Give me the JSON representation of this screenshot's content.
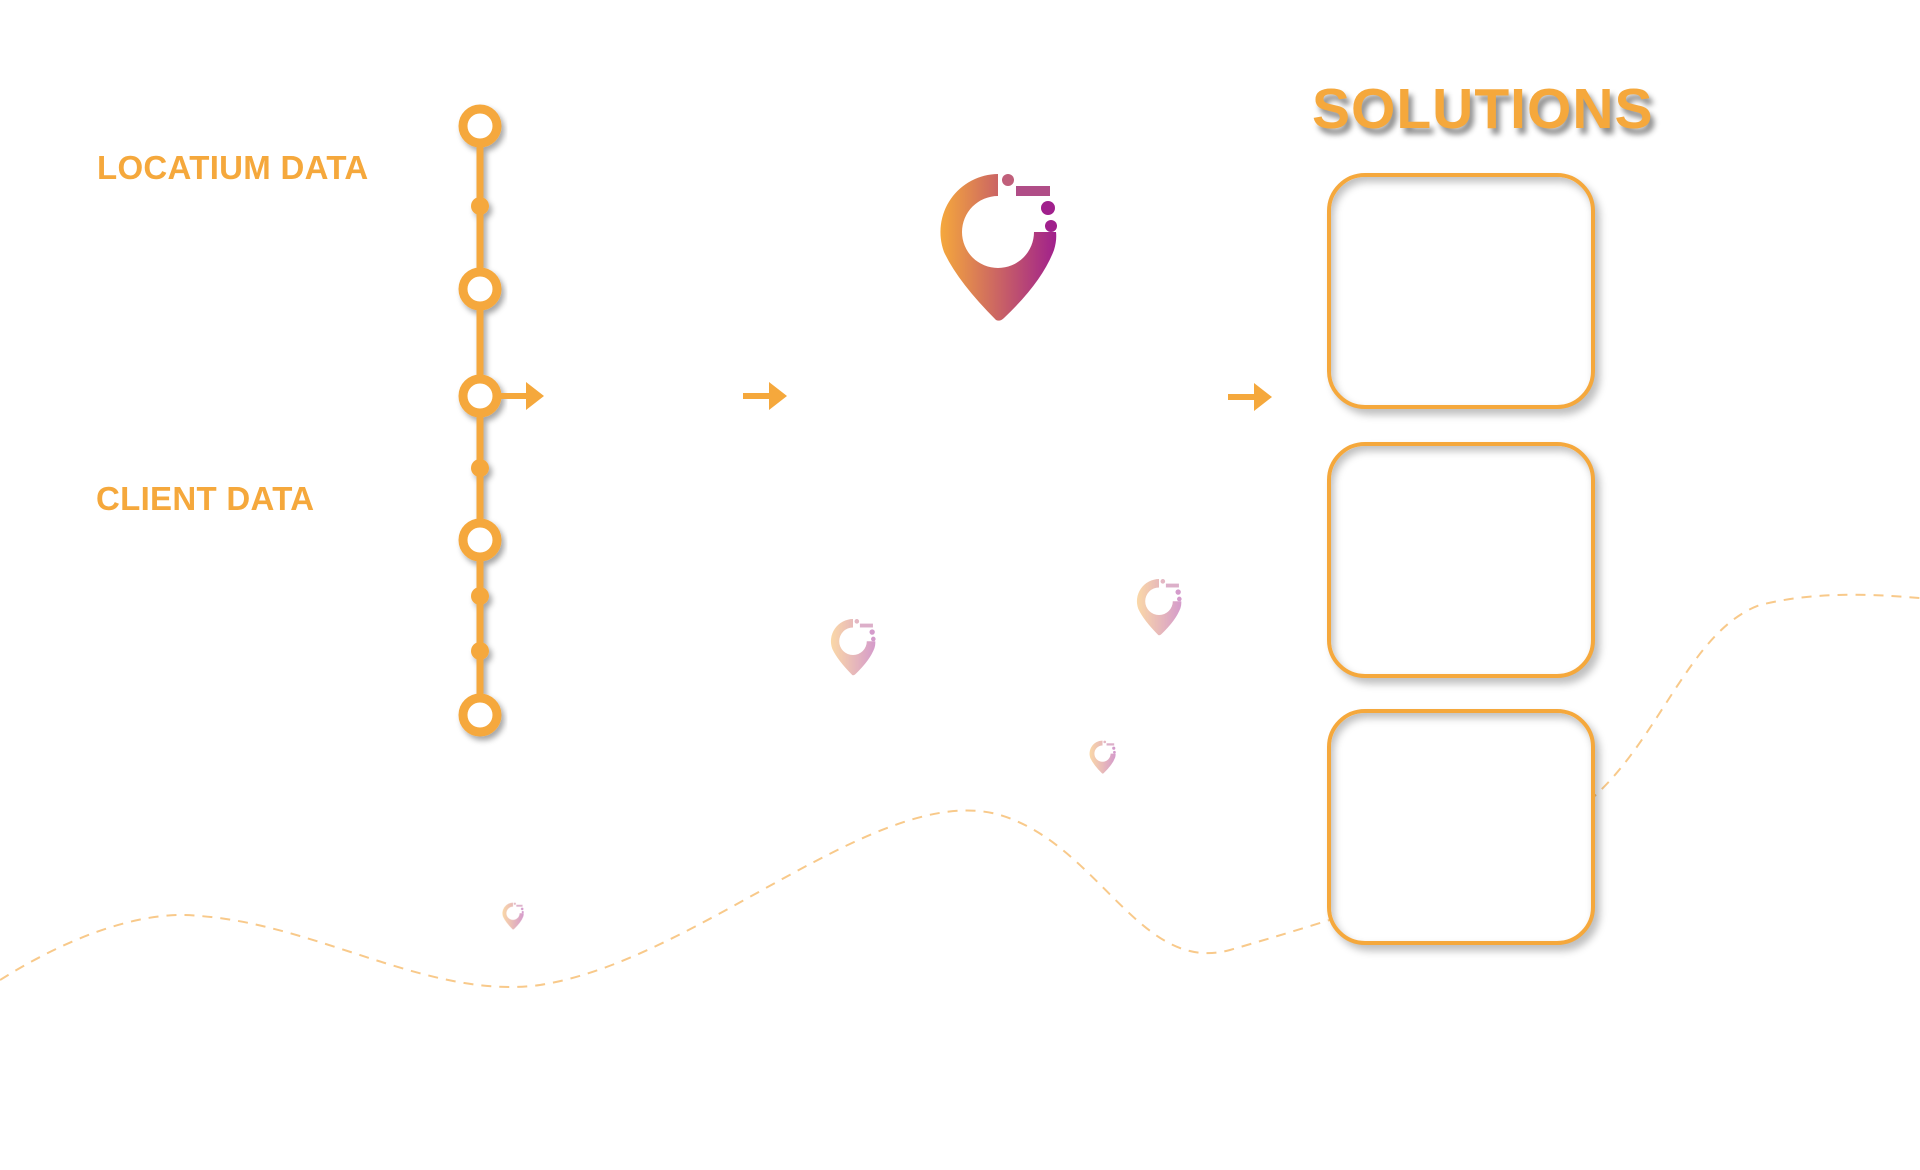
{
  "labels": {
    "locatium_data": "LOCATIUM DATA",
    "client_data": "CLIENT DATA"
  },
  "solutions": {
    "title": "SOLUTIONS",
    "boxes": 3
  },
  "colors": {
    "accent": "#f5a83c",
    "gradient_start": "#f5a83c",
    "gradient_end": "#a0208c"
  },
  "icons": [
    "location-pin-logo",
    "arrow-right",
    "timeline-node"
  ]
}
